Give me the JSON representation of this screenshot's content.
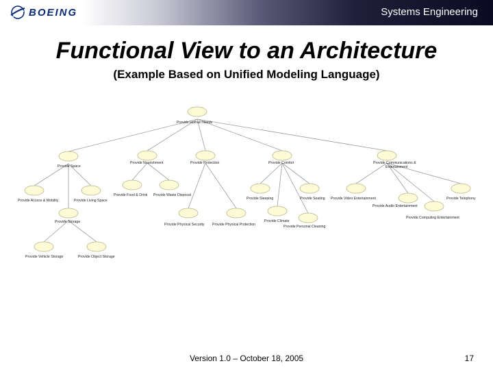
{
  "header": {
    "logo_text": "BOEING",
    "title": "Systems Engineering",
    "logo_icon": "boeing-stratotype-icon"
  },
  "slide": {
    "title": "Functional View to an Architecture",
    "subtitle": "(Example Based on Unified Modeling Language)"
  },
  "diagram": {
    "nodes": [
      {
        "id": "human-needs",
        "label": "Provide Human Needs"
      },
      {
        "id": "space",
        "label": "Provide Space"
      },
      {
        "id": "nourishment",
        "label": "Provide Nourishment"
      },
      {
        "id": "protection",
        "label": "Provide Protection"
      },
      {
        "id": "comfort",
        "label": "Provide Comfort"
      },
      {
        "id": "communications",
        "label": "Provide Communications &",
        "label2": "Entertainment"
      },
      {
        "id": "access-mobility",
        "label": "Provide Access & Mobility"
      },
      {
        "id": "living-space",
        "label": "Provide Living Space"
      },
      {
        "id": "food-drink",
        "label": "Provide Food & Drink"
      },
      {
        "id": "waste-disposal",
        "label": "Provide Waste Disposal"
      },
      {
        "id": "sleeping",
        "label": "Provide Sleeping"
      },
      {
        "id": "seating",
        "label": "Provide Seating"
      },
      {
        "id": "video",
        "label": "Provide Video Entertainment"
      },
      {
        "id": "telephony",
        "label": "Provide Telephony"
      },
      {
        "id": "audio",
        "label": "Provide Audio Entertainment"
      },
      {
        "id": "computing",
        "label": "Provide Computing Entertainment"
      },
      {
        "id": "storage",
        "label": "Provide Storage"
      },
      {
        "id": "physical-security",
        "label": "Provide Physical Security"
      },
      {
        "id": "physical-protection",
        "label": "Provide Physical Protection"
      },
      {
        "id": "climate",
        "label": "Provide Climate"
      },
      {
        "id": "personal-cleaning",
        "label": "Provide Personal Cleaning"
      },
      {
        "id": "vehicle-storage",
        "label": "Provide Vehicle Storage"
      },
      {
        "id": "object-storage",
        "label": "Provide Object Storage"
      }
    ],
    "edges": [
      [
        "human-needs",
        "space"
      ],
      [
        "human-needs",
        "nourishment"
      ],
      [
        "human-needs",
        "protection"
      ],
      [
        "human-needs",
        "comfort"
      ],
      [
        "human-needs",
        "communications"
      ],
      [
        "space",
        "access-mobility"
      ],
      [
        "space",
        "living-space"
      ],
      [
        "space",
        "storage"
      ],
      [
        "nourishment",
        "food-drink"
      ],
      [
        "nourishment",
        "waste-disposal"
      ],
      [
        "protection",
        "physical-security"
      ],
      [
        "protection",
        "physical-protection"
      ],
      [
        "comfort",
        "sleeping"
      ],
      [
        "comfort",
        "seating"
      ],
      [
        "comfort",
        "climate"
      ],
      [
        "comfort",
        "personal-cleaning"
      ],
      [
        "communications",
        "video"
      ],
      [
        "communications",
        "telephony"
      ],
      [
        "communications",
        "audio"
      ],
      [
        "communications",
        "computing"
      ],
      [
        "storage",
        "vehicle-storage"
      ],
      [
        "storage",
        "object-storage"
      ]
    ]
  },
  "footer": {
    "version": "Version 1.0 – October 18, 2005",
    "page_number": "17"
  }
}
